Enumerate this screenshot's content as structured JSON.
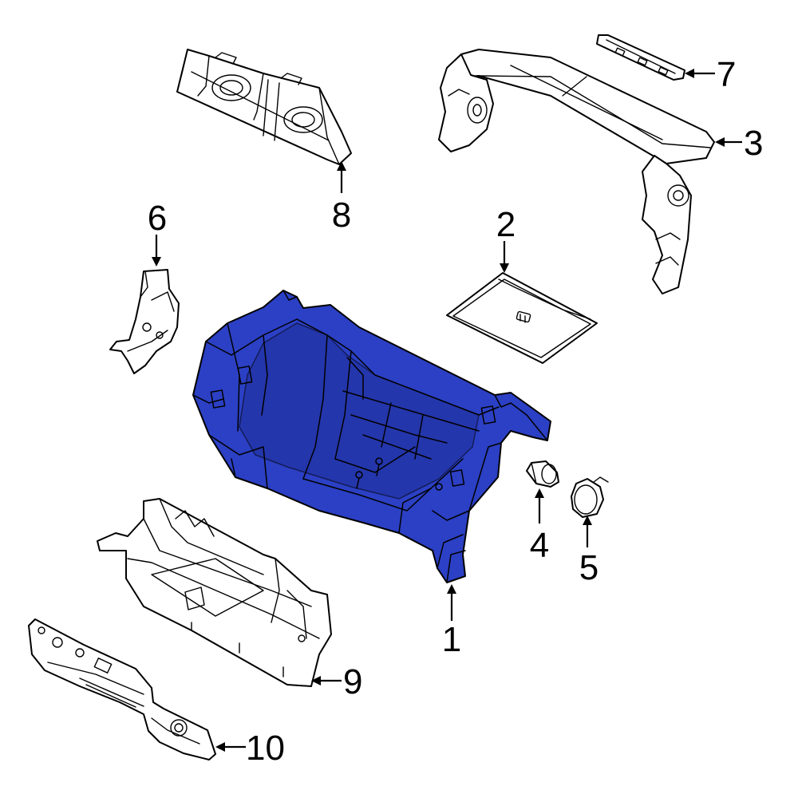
{
  "callouts": {
    "c1": "1",
    "c2": "2",
    "c3": "3",
    "c4": "4",
    "c5": "5",
    "c6": "6",
    "c7": "7",
    "c8": "8",
    "c9": "9",
    "c10": "10"
  },
  "colors": {
    "highlight": "#2b40c4",
    "line": "#000000",
    "background": "#ffffff"
  }
}
